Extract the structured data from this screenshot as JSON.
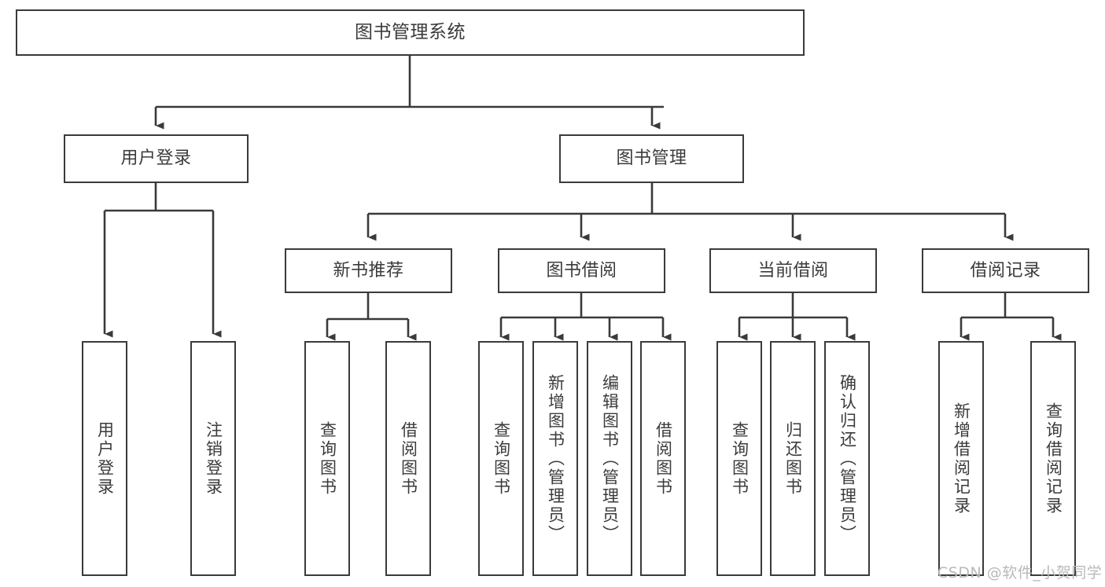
{
  "diagram": {
    "type": "tree",
    "title": "图书管理系统",
    "style": {
      "box_border_color": "#3a3a3a",
      "box_fill_color": "#ffffff",
      "text_color": "#3b3b3b",
      "line_color": "#3a3a3a",
      "background": "#ffffff"
    },
    "nodes": {
      "root": {
        "label": "图书管理系统"
      },
      "level2": [
        {
          "id": "user-login",
          "label": "用户登录"
        },
        {
          "id": "book-manage",
          "label": "图书管理"
        }
      ],
      "level3": [
        {
          "id": "new-book-recommend",
          "label": "新书推荐"
        },
        {
          "id": "book-borrow",
          "label": "图书借阅"
        },
        {
          "id": "current-borrow",
          "label": "当前借阅"
        },
        {
          "id": "borrow-record",
          "label": "借阅记录"
        }
      ],
      "leaves": {
        "user-login": [
          {
            "id": "leaf-user-login",
            "label": "用户登录"
          },
          {
            "id": "leaf-logout-login",
            "label": "注销登录"
          }
        ],
        "new-book-recommend": [
          {
            "id": "leaf-query-book-1",
            "label": "查询图书"
          },
          {
            "id": "leaf-borrow-book-1",
            "label": "借阅图书"
          }
        ],
        "book-borrow": [
          {
            "id": "leaf-query-book-2",
            "label": "查询图书"
          },
          {
            "id": "leaf-add-book",
            "label": "新增图书（管理员）"
          },
          {
            "id": "leaf-edit-book",
            "label": "编辑图书（管理员）"
          },
          {
            "id": "leaf-borrow-book-2",
            "label": "借阅图书"
          }
        ],
        "current-borrow": [
          {
            "id": "leaf-query-book-3",
            "label": "查询图书"
          },
          {
            "id": "leaf-return-book",
            "label": "归还图书"
          },
          {
            "id": "leaf-confirm-return",
            "label": "确认归还（管理员）"
          }
        ],
        "borrow-record": [
          {
            "id": "leaf-add-record",
            "label": "新增借阅记录"
          },
          {
            "id": "leaf-query-record",
            "label": "查询借阅记录"
          }
        ]
      }
    }
  },
  "watermark": {
    "text": "CSDN @软件_小贺同学"
  }
}
